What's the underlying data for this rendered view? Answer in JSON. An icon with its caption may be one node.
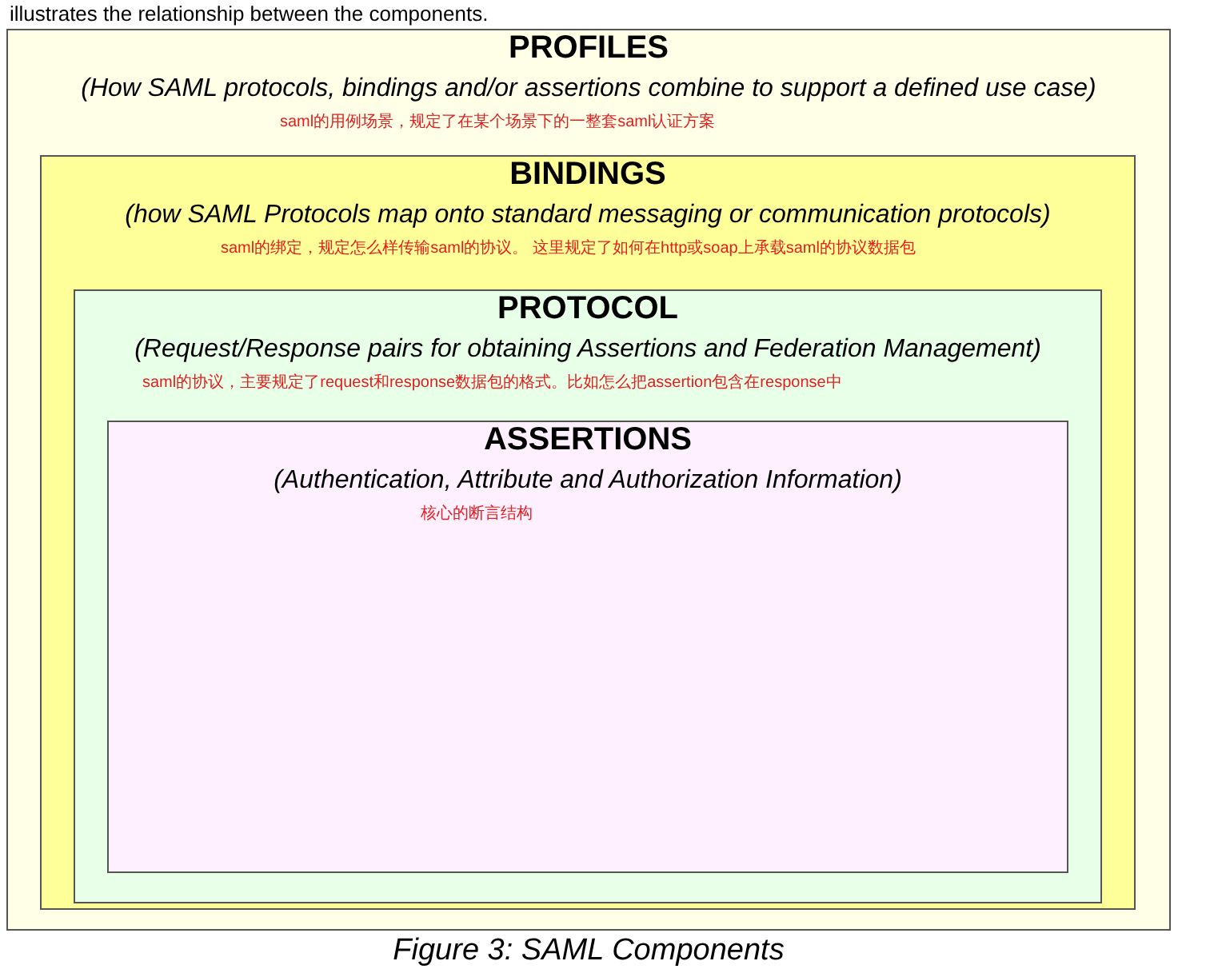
{
  "diagram": {
    "caption": "Figure 3: SAML Components",
    "nodes": [
      {
        "text": [
          "PROFILES",
          "(How SAML protocols, bindings and/or assertions combine to support a defined use case)",
          "saml的用例场景，规定了在某个场景下的一整套saml认证方案"
        ]
      },
      {
        "text": [
          "BINDINGS",
          "(how SAML Protocols map onto standard messaging or communication protocols)",
          "saml的绑定，规定怎么样传输saml的协议。 这里规定了如何在http或soap上承载saml的协议数据包"
        ],
        "in": 0
      },
      {
        "text": [
          "PROTOCOL",
          "(Request/Response pairs for obtaining Assertions and Federation Management)",
          "saml的协议，主要规定了request和response数据包的格式。比如怎么把assertion包含在response中"
        ],
        "in": 1
      },
      {
        "text": [
          "ASSERTIONS",
          "(Authentication, Attribute and Authorization Information)",
          "核心的断言结构"
        ],
        "in": 2
      }
    ],
    "labels": [
      "illustrates the relationship between the components."
    ]
  }
}
